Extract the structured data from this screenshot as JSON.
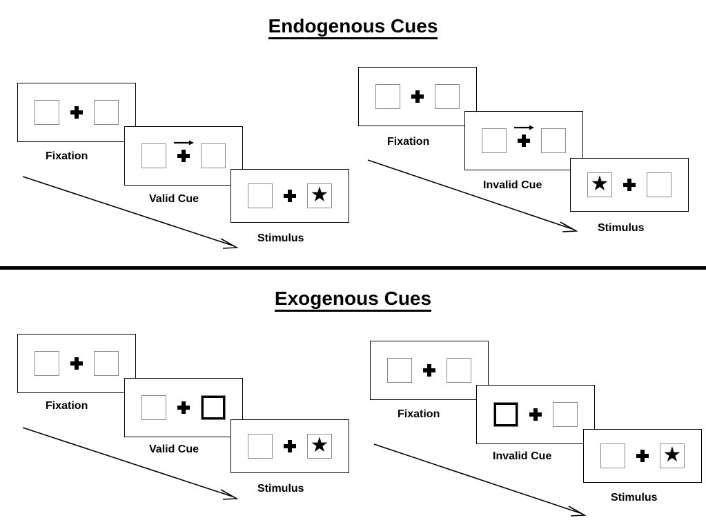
{
  "sections": [
    {
      "id": "endogenous",
      "title": "Endogenous Cues",
      "conditions": [
        {
          "id": "endogenous-valid",
          "panels": [
            {
              "caption": "Fixation",
              "cue_type": "none",
              "left_box": "empty",
              "right_box": "empty"
            },
            {
              "caption": "Valid Cue",
              "cue_type": "arrow-right",
              "left_box": "empty",
              "right_box": "empty"
            },
            {
              "caption": "Stimulus",
              "cue_type": "none",
              "left_box": "empty",
              "right_box": "star"
            }
          ]
        },
        {
          "id": "endogenous-invalid",
          "panels": [
            {
              "caption": "Fixation",
              "cue_type": "none",
              "left_box": "empty",
              "right_box": "empty"
            },
            {
              "caption": "Invalid Cue",
              "cue_type": "arrow-right",
              "left_box": "empty",
              "right_box": "empty"
            },
            {
              "caption": "Stimulus",
              "cue_type": "none",
              "left_box": "star",
              "right_box": "empty"
            }
          ]
        }
      ]
    },
    {
      "id": "exogenous",
      "title": "Exogenous Cues",
      "conditions": [
        {
          "id": "exogenous-valid",
          "panels": [
            {
              "caption": "Fixation",
              "cue_type": "none",
              "left_box": "empty",
              "right_box": "empty"
            },
            {
              "caption": "Valid Cue",
              "cue_type": "none",
              "left_box": "empty",
              "right_box": "cued"
            },
            {
              "caption": "Stimulus",
              "cue_type": "none",
              "left_box": "empty",
              "right_box": "star"
            }
          ]
        },
        {
          "id": "exogenous-invalid",
          "panels": [
            {
              "caption": "Fixation",
              "cue_type": "none",
              "left_box": "empty",
              "right_box": "empty"
            },
            {
              "caption": "Invalid Cue",
              "cue_type": "none",
              "left_box": "cued",
              "right_box": "empty"
            },
            {
              "caption": "Stimulus",
              "cue_type": "none",
              "left_box": "empty",
              "right_box": "star"
            }
          ]
        }
      ]
    }
  ],
  "glyphs": {
    "star": "★"
  },
  "colors": {
    "ink": "#000000",
    "box_border": "#8a8a8a",
    "background": "#ffffff"
  }
}
